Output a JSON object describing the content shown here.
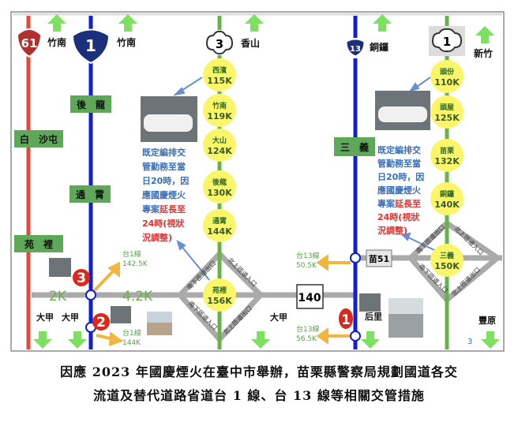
{
  "roads": {
    "r61": {
      "shield": "61",
      "north": "竹南",
      "color": "#e04a3a"
    },
    "r1": {
      "shield": "1",
      "north": "竹南",
      "color": "#1020d0"
    },
    "r3": {
      "shield": "3",
      "north": "香山",
      "color": "#6ab04c"
    },
    "r13": {
      "shield": "13",
      "north": "銅鑼",
      "color": "#1020d0"
    },
    "f1": {
      "shield": "1",
      "north": "新竹",
      "color": "#6ab04c"
    }
  },
  "towns": [
    "後　龍",
    "白　沙屯",
    "通　霄",
    "苑　裡",
    "三　義"
  ],
  "interchanges_n3": [
    {
      "name": "西濱",
      "km": "115K"
    },
    {
      "name": "竹南",
      "km": "119K"
    },
    {
      "name": "大山",
      "km": "124K"
    },
    {
      "name": "後龍",
      "km": "130K"
    },
    {
      "name": "通霄",
      "km": "144K"
    },
    {
      "name": "苑裡",
      "km": "156K"
    }
  ],
  "interchanges_n1": [
    {
      "name": "頭份",
      "km": "110K"
    },
    {
      "name": "頭屋",
      "km": "125K"
    },
    {
      "name": "苗栗",
      "km": "132K"
    },
    {
      "name": "銅鑼",
      "km": "140K"
    },
    {
      "name": "三義",
      "km": "150K"
    }
  ],
  "notes": {
    "blue": [
      "既定編排交",
      "管勤務至當",
      "日20時，因",
      "應國慶煙火",
      "專案"
    ],
    "red_inline": "延長至",
    "red": [
      "24時(視狀",
      "況調整)"
    ]
  },
  "ramps": {
    "nw": "南下匝道出口",
    "ne": "北上匝道入口",
    "sw": "南下匝道入口",
    "se": "北上匝道出口"
  },
  "distances": {
    "a": "2K",
    "b": "4.2K"
  },
  "signs": {
    "r140": "140",
    "miao51": "苗51"
  },
  "markers": [
    "1",
    "2",
    "3"
  ],
  "detours": [
    {
      "road": "台1線",
      "km": "142.5K"
    },
    {
      "road": "台1線",
      "km": "144K"
    },
    {
      "road": "台13線",
      "km": "50.5K"
    },
    {
      "road": "台13線",
      "km": "56.5K"
    }
  ],
  "south": [
    "大甲",
    "大甲",
    "大甲",
    "后里",
    "豐原"
  ],
  "page_number": "3",
  "colors": {
    "arrow": "#7de060",
    "station": "#fbf56a",
    "town_box": "#5fa85a",
    "detour": "#f0b640",
    "marker": "#d9281c"
  },
  "caption": [
    "因應 2023 年國慶煙火在臺中市舉辦，苗栗縣警察局規劃國道各交",
    "流道及替代道路省道台 1 線、台 13 線等相關交管措施"
  ]
}
